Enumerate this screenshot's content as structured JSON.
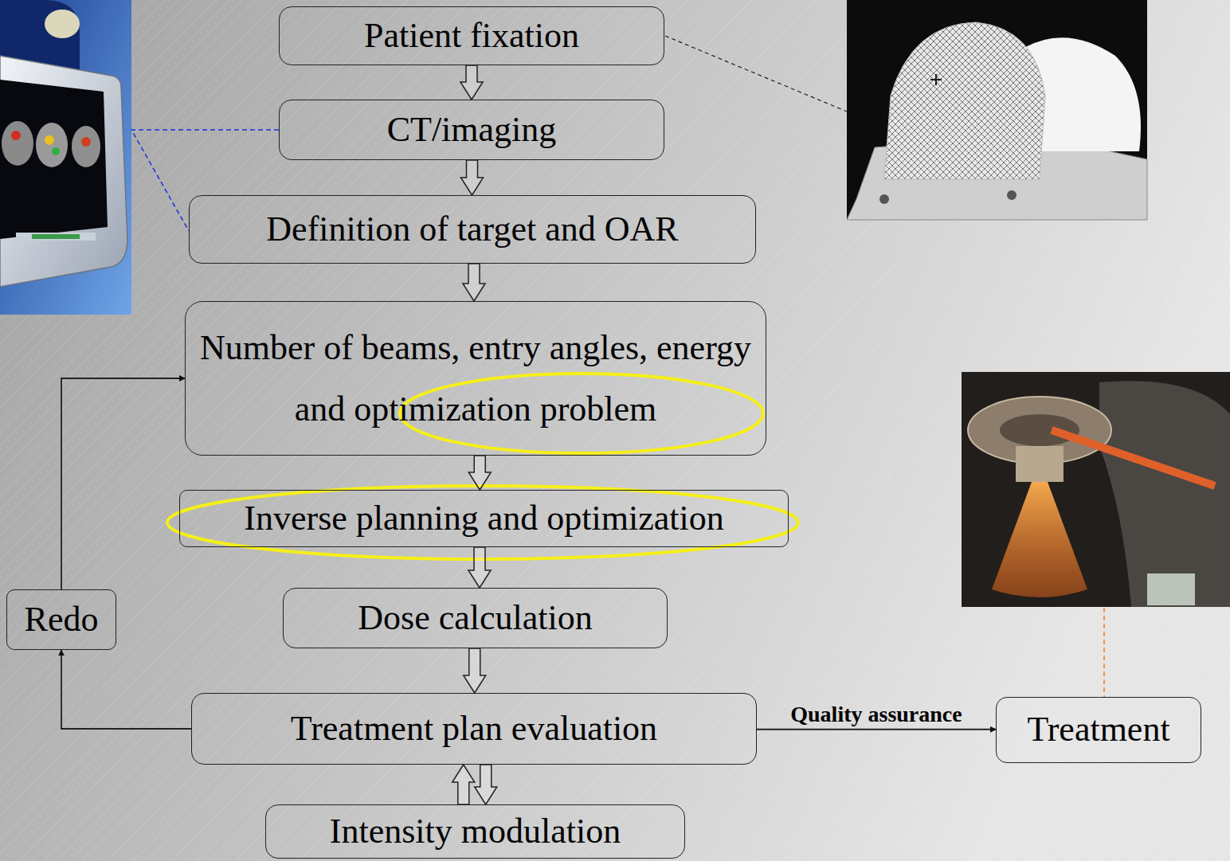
{
  "diagram": {
    "nodes": [
      {
        "text": [
          "Patient fixation"
        ]
      },
      {
        "text": [
          "CT/imaging"
        ]
      },
      {
        "text": [
          "Definition of target and OAR"
        ]
      },
      {
        "text": [
          "Number of beams, entry angles, energy and optimization problem"
        ]
      },
      {
        "text": [
          "Inverse planning and optimization"
        ]
      },
      {
        "text": [
          "Dose calculation"
        ]
      },
      {
        "text": [
          "Treatment plan evaluation"
        ]
      },
      {
        "text": [
          "Intensity modulation"
        ]
      },
      {
        "text": [
          "Redo"
        ]
      },
      {
        "text": [
          "Treatment"
        ]
      }
    ],
    "edges": [
      {
        "from": 0,
        "to": 1,
        "arrow": "to"
      },
      {
        "from": 1,
        "to": 2,
        "arrow": "to"
      },
      {
        "from": 2,
        "to": 3,
        "arrow": "to"
      },
      {
        "from": 3,
        "to": 4,
        "arrow": "to"
      },
      {
        "from": 4,
        "to": 5,
        "arrow": "to"
      },
      {
        "from": 5,
        "to": 6,
        "arrow": "to"
      },
      {
        "from": 6,
        "to": 7,
        "arrow": "both"
      },
      {
        "from": 6,
        "to": 8,
        "arrow": "to"
      },
      {
        "from": 8,
        "to": 3,
        "arrow": "to"
      },
      {
        "from": 6,
        "to": 9,
        "label": "Quality assurance",
        "arrow": "to"
      }
    ]
  }
}
